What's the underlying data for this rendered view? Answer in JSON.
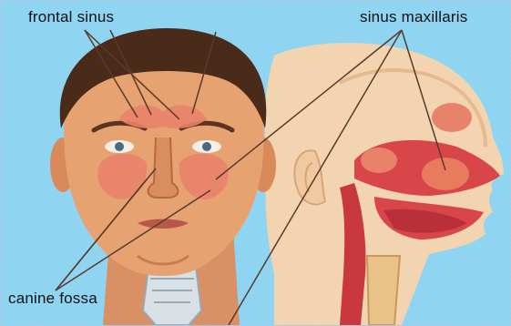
{
  "labels": {
    "frontal_sinus": "frontal sinus",
    "sinus_maxillaris": "sinus maxillaris",
    "canine_fossa": "canine fossa"
  },
  "colors": {
    "background": "#8fd4f0",
    "skin": "#e6a270",
    "skin_shadow": "#c97b4e",
    "hair": "#4a2a18",
    "sinus": "#e8826a",
    "profile_skin": "#f2d5b0",
    "tissue": "#d9464a",
    "leader_line": "#5a3a2a"
  }
}
